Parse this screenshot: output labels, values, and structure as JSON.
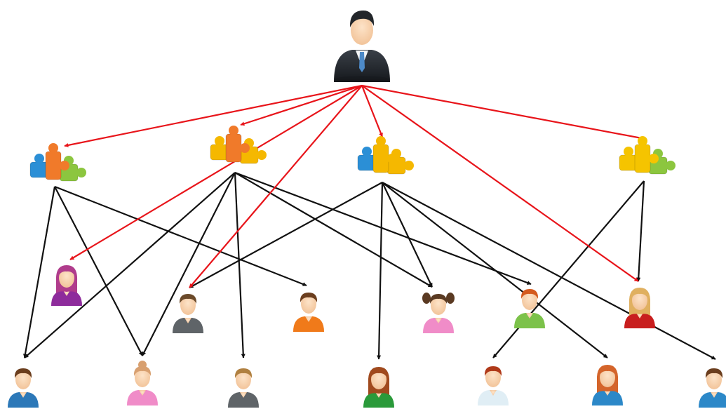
{
  "diagram": {
    "manager": {
      "id": "manager",
      "icon": "businessman-icon"
    },
    "groups": [
      {
        "id": "group-1",
        "icon": "puzzle-icon",
        "colors": [
          "#2b8fd6",
          "#f07a2a",
          "#8cc63f"
        ]
      },
      {
        "id": "group-2",
        "icon": "puzzle-icon",
        "colors": [
          "#f5b800",
          "#f07a2a",
          "#f5b800"
        ]
      },
      {
        "id": "group-3",
        "icon": "puzzle-icon",
        "colors": [
          "#2b8fd6",
          "#f5b800",
          "#f5b800"
        ]
      },
      {
        "id": "group-4",
        "icon": "puzzle-icon",
        "colors": [
          "#f5c400",
          "#f5c400",
          "#8cc63f"
        ]
      }
    ],
    "people": [
      {
        "id": "person-1",
        "icon": "woman-purple-icon",
        "shirt": "#8e2c9c",
        "hair": "#b03c8c",
        "style": "female"
      },
      {
        "id": "person-2",
        "icon": "man-gray-icon",
        "shirt": "#5f6468",
        "hair": "#6b4a2a",
        "style": "male"
      },
      {
        "id": "person-3",
        "icon": "boy-orange-icon",
        "shirt": "#f07a1a",
        "hair": "#6b3e1e",
        "style": "male"
      },
      {
        "id": "person-4",
        "icon": "girl-pink-icon",
        "shirt": "#f08cc8",
        "hair": "#5a3a22",
        "style": "pigtails"
      },
      {
        "id": "person-5",
        "icon": "man-green-icon",
        "shirt": "#7cc24a",
        "hair": "#d45a1e",
        "style": "male"
      },
      {
        "id": "person-6",
        "icon": "woman-red-icon",
        "shirt": "#c81e1e",
        "hair": "#e0b060",
        "style": "female"
      },
      {
        "id": "person-7",
        "icon": "man-blue-icon",
        "shirt": "#2c78b8",
        "hair": "#6b3e1e",
        "style": "male"
      },
      {
        "id": "person-8",
        "icon": "woman-pink-icon",
        "shirt": "#f08cc8",
        "hair": "#d8a070",
        "style": "bun"
      },
      {
        "id": "person-9",
        "icon": "man-gray-icon",
        "shirt": "#5f6468",
        "hair": "#b08040",
        "style": "male"
      },
      {
        "id": "person-10",
        "icon": "woman-green-icon",
        "shirt": "#2a9a3a",
        "hair": "#a04a1e",
        "style": "female"
      },
      {
        "id": "person-11",
        "icon": "man-white-icon",
        "shirt": "#e0eef5",
        "hair": "#b03a1a",
        "style": "male"
      },
      {
        "id": "person-12",
        "icon": "woman-blue-icon",
        "shirt": "#2c88c8",
        "hair": "#d4642a",
        "style": "female"
      },
      {
        "id": "person-13",
        "icon": "man-blue-icon",
        "shirt": "#2c88c8",
        "hair": "#6b3e1e",
        "style": "male"
      }
    ],
    "red_edges": [
      [
        "manager",
        "group-1"
      ],
      [
        "manager",
        "group-2"
      ],
      [
        "manager",
        "group-3"
      ],
      [
        "manager",
        "group-4"
      ],
      [
        "manager",
        "person-1"
      ],
      [
        "manager",
        "person-2"
      ],
      [
        "manager",
        "person-6"
      ]
    ],
    "black_edges": [
      [
        "group-1",
        "person-7"
      ],
      [
        "group-1",
        "person-8"
      ],
      [
        "group-1",
        "person-3"
      ],
      [
        "group-2",
        "person-7"
      ],
      [
        "group-2",
        "person-8"
      ],
      [
        "group-2",
        "person-9"
      ],
      [
        "group-2",
        "person-4"
      ],
      [
        "group-2",
        "person-5"
      ],
      [
        "group-3",
        "person-2"
      ],
      [
        "group-3",
        "person-10"
      ],
      [
        "group-3",
        "person-4"
      ],
      [
        "group-3",
        "person-12"
      ],
      [
        "group-3",
        "person-13"
      ],
      [
        "group-4",
        "person-11"
      ],
      [
        "group-4",
        "person-6"
      ]
    ],
    "colors": {
      "red": "#e8141a",
      "black": "#111111"
    }
  }
}
